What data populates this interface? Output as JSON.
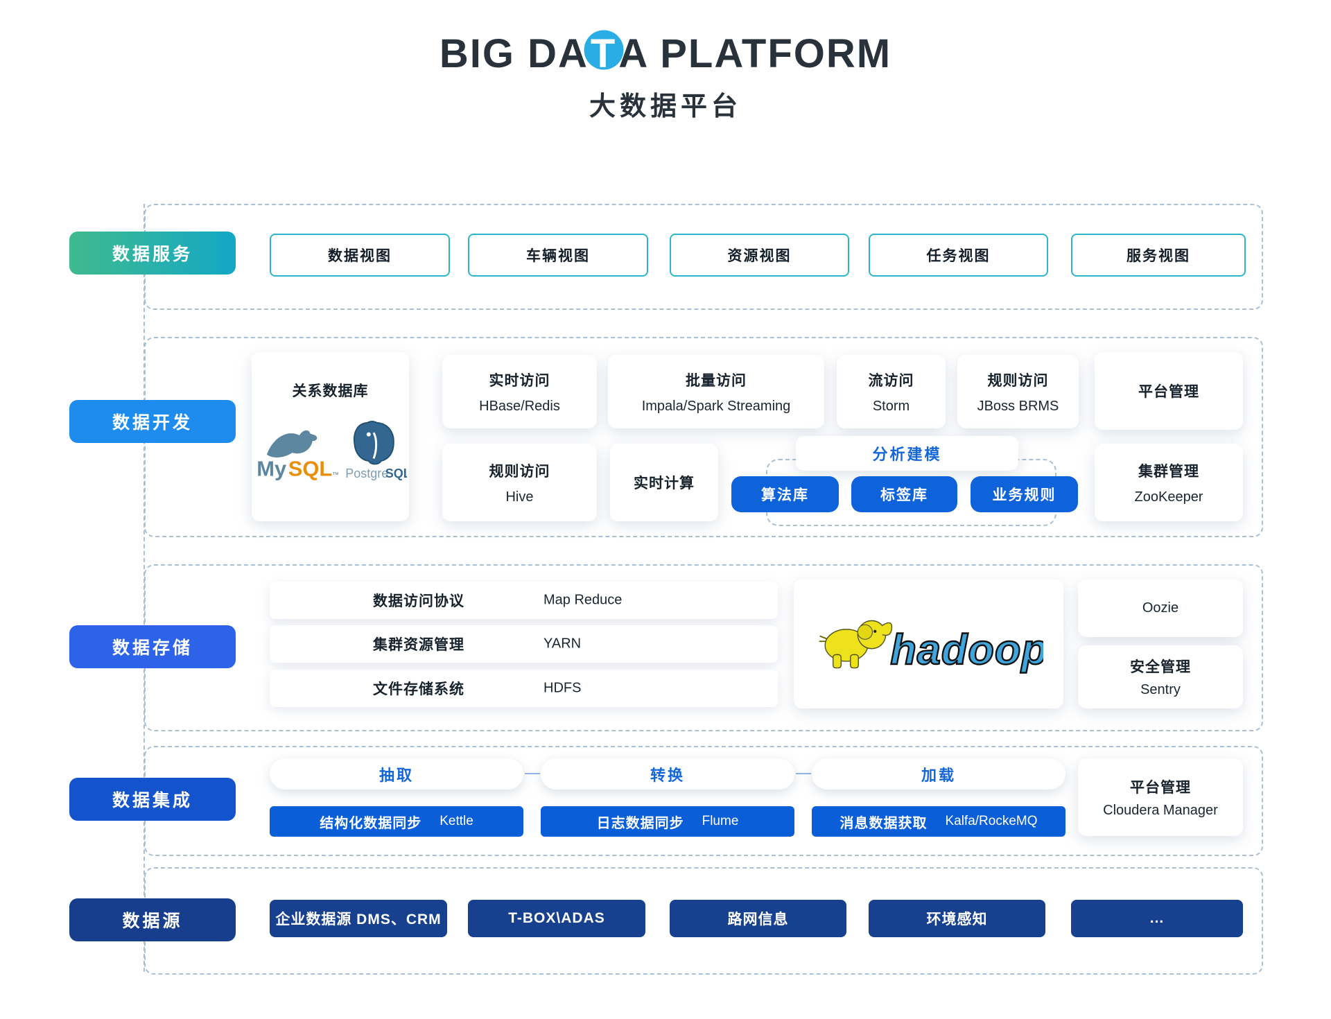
{
  "title": {
    "part1": "BIG DA",
    "accent_letter": "T",
    "part2": "A PLATFORM",
    "subtitle": "大数据平台"
  },
  "colors": {
    "accent_circle": "#29ADE4",
    "service_gradient": [
      "#3FBA8E",
      "#13A7C6"
    ],
    "development_blue": "#1E8CEE",
    "storage_blue": "#2D63E8",
    "integration_blue": "#1353CB",
    "source_navy": "#17418F",
    "button_blue": "#0E63DB",
    "bar_blue": "#0A5ED8",
    "teal_border": "#2EB4C8"
  },
  "services": {
    "label": "数据服务",
    "boxes": [
      "数据视图",
      "车辆视图",
      "资源视图",
      "任务视图",
      "服务视图"
    ]
  },
  "development": {
    "label": "数据开发",
    "relational": {
      "title": "关系数据库",
      "mysql": {
        "part1": "My",
        "part2": "SQL",
        "tm": "™"
      },
      "postgres": {
        "part1": "Postgre",
        "part2": "SQL"
      }
    },
    "top_cards": [
      {
        "title": "实时访问",
        "tech": "HBase/Redis"
      },
      {
        "title": "批量访问",
        "tech": "Impala/Spark Streaming"
      },
      {
        "title": "流访问",
        "tech": "Storm"
      },
      {
        "title": "规则访问",
        "tech": "JBoss BRMS"
      }
    ],
    "platform_card": {
      "title": "平台管理"
    },
    "bottom_cards": [
      {
        "title": "规则访问",
        "tech": "Hive"
      },
      {
        "title": "实时计算"
      }
    ],
    "modeling": {
      "title": "分析建模",
      "buttons": [
        "算法库",
        "标签库",
        "业务规则"
      ]
    },
    "cluster_card": {
      "title": "集群管理",
      "tech": "ZooKeeper"
    }
  },
  "storage": {
    "label": "数据存储",
    "rows": [
      {
        "name": "数据访问协议",
        "tech": "Map Reduce"
      },
      {
        "name": "集群资源管理",
        "tech": "YARN"
      },
      {
        "name": "文件存储系统",
        "tech": "HDFS"
      }
    ],
    "hadoop_logo": "hadoop",
    "side_cards": [
      {
        "title": "Oozie"
      },
      {
        "title": "安全管理",
        "subtitle": "Sentry"
      }
    ]
  },
  "integration": {
    "label": "数据集成",
    "steps": [
      {
        "header": "抽取",
        "bar_zh": "结构化数据同步",
        "bar_tech": "Kettle"
      },
      {
        "header": "转换",
        "bar_zh": "日志数据同步",
        "bar_tech": "Flume"
      },
      {
        "header": "加载",
        "bar_zh": "消息数据获取",
        "bar_tech": "Kalfa/RockeMQ"
      }
    ],
    "platform_card": {
      "title": "平台管理",
      "tech": "Cloudera Manager"
    }
  },
  "sources": {
    "label": "数据源",
    "boxes": [
      "企业数据源  DMS、CRM",
      "T-BOX\\ADAS",
      "路网信息",
      "环境感知",
      "..."
    ]
  }
}
